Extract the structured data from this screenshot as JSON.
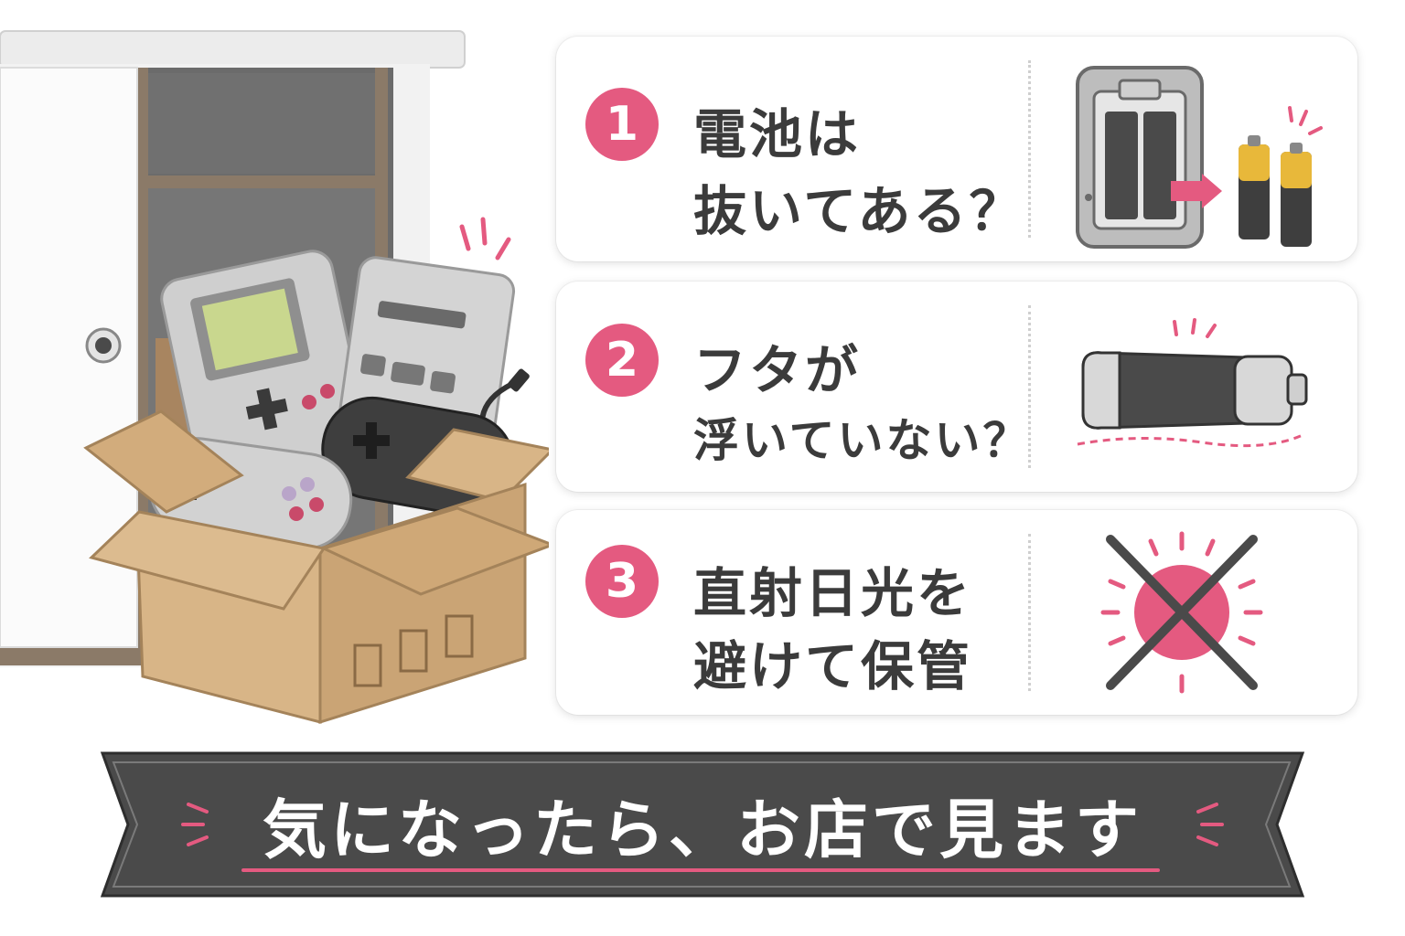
{
  "cards": [
    {
      "number": "1",
      "line1": "電池は",
      "line2": "抜いてある？",
      "illustration": "remote-battery-icon"
    },
    {
      "number": "2",
      "line1": "フタが",
      "line2": "浮いていない？",
      "illustration": "swollen-battery-icon"
    },
    {
      "number": "3",
      "line1": "直射日光を",
      "line2": "避けて保管",
      "illustration": "no-sun-icon"
    }
  ],
  "banner": {
    "text": "気になったら、お店で見ます"
  },
  "colors": {
    "accent": "#e45a80",
    "text": "#3b3b3b",
    "banner": "#4a4a4a",
    "box": "#d8b587"
  }
}
